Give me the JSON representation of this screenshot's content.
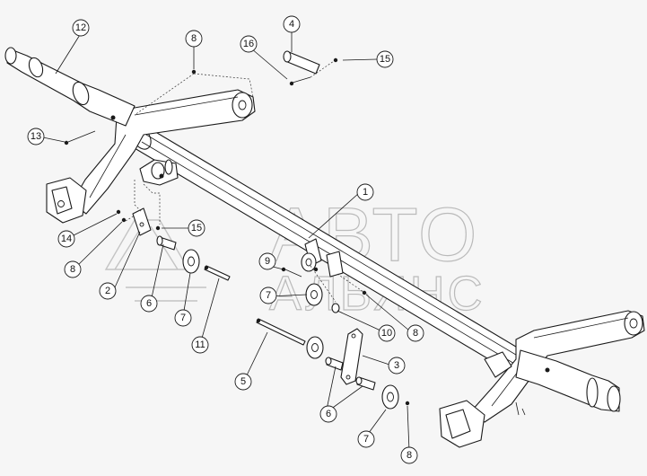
{
  "watermark": {
    "line1": "АВТО",
    "line2": "АЛЬЯНС"
  },
  "callouts": [
    {
      "id": "c1",
      "label": "1"
    },
    {
      "id": "c2",
      "label": "2"
    },
    {
      "id": "c3",
      "label": "3"
    },
    {
      "id": "c4",
      "label": "4"
    },
    {
      "id": "c5",
      "label": "5"
    },
    {
      "id": "c6a",
      "label": "6"
    },
    {
      "id": "c6b",
      "label": "6"
    },
    {
      "id": "c7a",
      "label": "7"
    },
    {
      "id": "c7b",
      "label": "7"
    },
    {
      "id": "c7c",
      "label": "7"
    },
    {
      "id": "c8a",
      "label": "8"
    },
    {
      "id": "c8b",
      "label": "8"
    },
    {
      "id": "c8c",
      "label": "8"
    },
    {
      "id": "c8d",
      "label": "8"
    },
    {
      "id": "c9",
      "label": "9"
    },
    {
      "id": "c10",
      "label": "10"
    },
    {
      "id": "c11",
      "label": "11"
    },
    {
      "id": "c12",
      "label": "12"
    },
    {
      "id": "c13",
      "label": "13"
    },
    {
      "id": "c14",
      "label": "14"
    },
    {
      "id": "c15a",
      "label": "15"
    },
    {
      "id": "c15b",
      "label": "15"
    },
    {
      "id": "c16",
      "label": "16"
    }
  ]
}
